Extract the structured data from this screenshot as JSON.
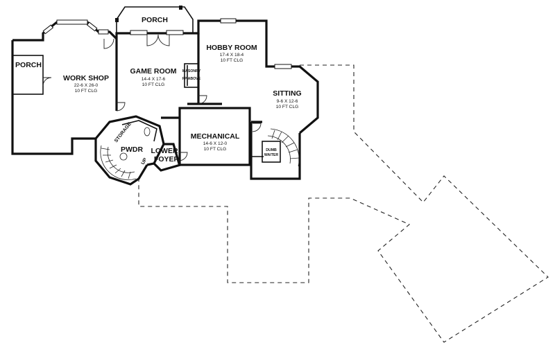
{
  "rooms": {
    "porch_top": {
      "name": "PORCH"
    },
    "porch_left": {
      "name": "PORCH"
    },
    "workshop": {
      "name": "WORK SHOP",
      "dims": "22-6 X 26-0",
      "ceiling": "10 FT CLG"
    },
    "game_room": {
      "name": "GAME ROOM",
      "dims": "14-4 X 17-6",
      "ceiling": "10 FT CLG"
    },
    "hobby_room": {
      "name": "HOBBY ROOM",
      "dims": "17-4 X 18-4",
      "ceiling": "10 FT CLG"
    },
    "sitting": {
      "name": "SITTING",
      "dims": "9-6 X 12-6",
      "ceiling": "10 FT CLG"
    },
    "mechanical": {
      "name": "MECHANICAL",
      "dims": "14-6 X 12-0",
      "ceiling": "10 FT CLG"
    },
    "storage": {
      "name": "STORAGE"
    },
    "powder": {
      "name": "PWDR"
    },
    "lower_foyer": {
      "name_line1": "LOWER",
      "name_line2": "FOYER"
    },
    "stairs_up": {
      "label": "UP"
    }
  },
  "fixtures": {
    "masonry_line1": "MASONRY",
    "masonry_line2": "FP ABOVE",
    "dumbwaiter_line1": "DUMB",
    "dumbwaiter_line2": "WAITER"
  },
  "colors": {
    "ink": "#111111",
    "paper": "#ffffff"
  }
}
